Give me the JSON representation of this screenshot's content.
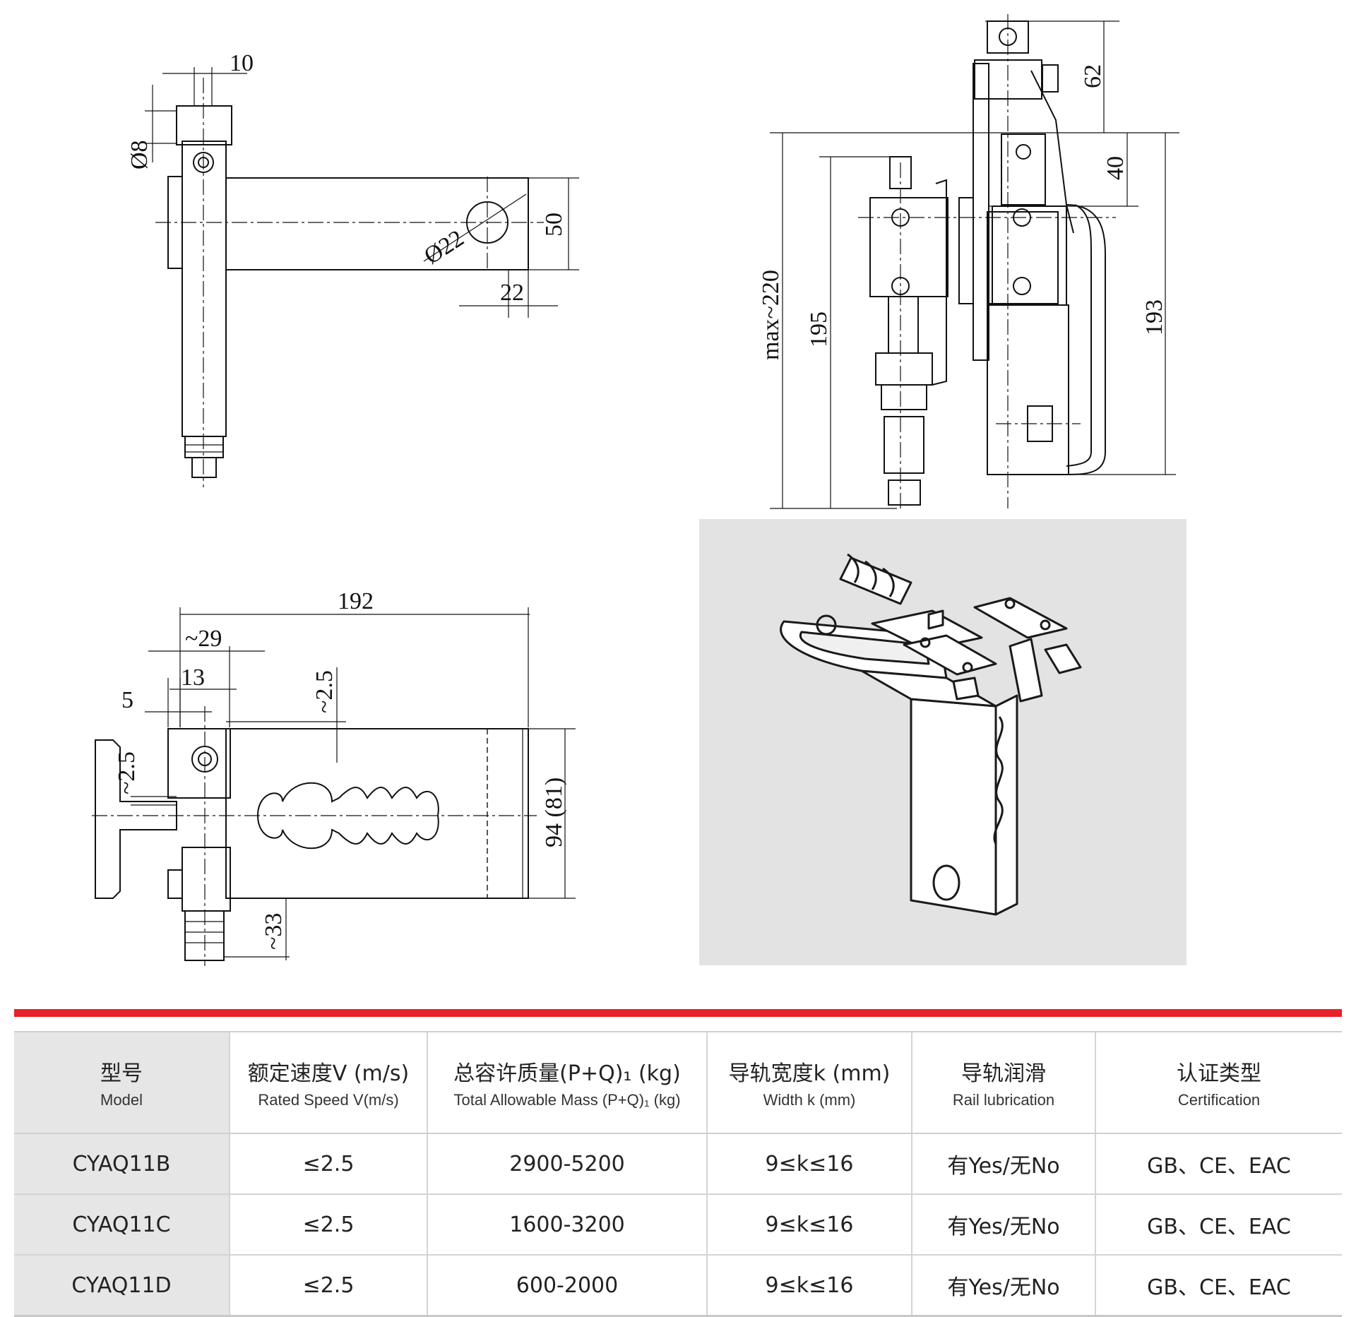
{
  "drawing_top_left": {
    "dims": {
      "d10": "10",
      "d8": "Ø8",
      "d22": "Ø22",
      "d50": "50",
      "d22b": "22"
    }
  },
  "drawing_top_right": {
    "dims": {
      "d62": "62",
      "d40": "40",
      "dmax": "max~220",
      "d195": "195",
      "d193": "193"
    }
  },
  "drawing_bottom_left": {
    "dims": {
      "d192": "192",
      "d29": "~29",
      "d13": "13",
      "d5": "5",
      "d25a": "~2.5",
      "d25b": "~2.5",
      "d94": "94 (81)",
      "d33": "~33"
    }
  },
  "table": {
    "headers": [
      {
        "cn": "型号",
        "en": "Model"
      },
      {
        "cn": "额定速度V (m/s)",
        "en": "Rated Speed V(m/s)"
      },
      {
        "cn": "总容许质量(P+Q)₁ (kg)",
        "en": "Total Allowable Mass (P+Q)₁ (kg)"
      },
      {
        "cn": "导轨宽度k (mm)",
        "en": "Width k (mm)"
      },
      {
        "cn": "导轨润滑",
        "en": "Rail lubrication"
      },
      {
        "cn": "认证类型",
        "en": "Certification"
      }
    ],
    "rows": [
      [
        "CYAQ11B",
        "≤2.5",
        "2900-5200",
        "9≤k≤16",
        "有Yes/无No",
        "GB、CE、EAC"
      ],
      [
        "CYAQ11C",
        "≤2.5",
        "1600-3200",
        "9≤k≤16",
        "有Yes/无No",
        "GB、CE、EAC"
      ],
      [
        "CYAQ11D",
        "≤2.5",
        "600-2000",
        "9≤k≤16",
        "有Yes/无No",
        "GB、CE、EAC"
      ]
    ]
  },
  "colors": {
    "accent_bar": "#e8202a",
    "model_cell_bg": "#e6e6e6",
    "photo_bg": "#e3e3e3"
  }
}
